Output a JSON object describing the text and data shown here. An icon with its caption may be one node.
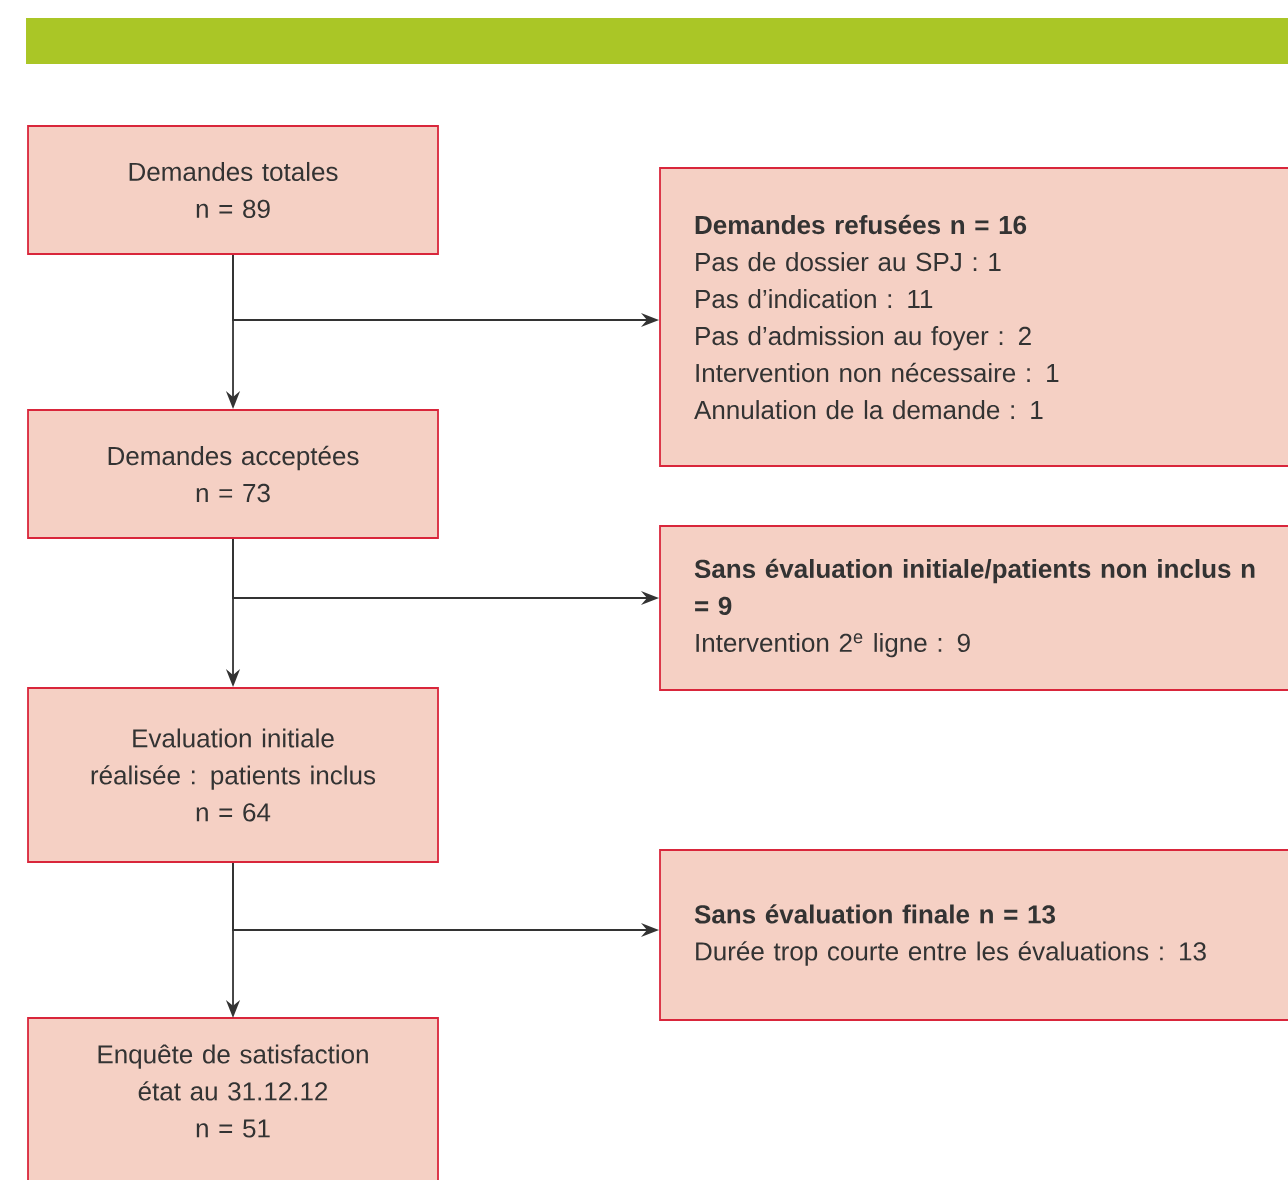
{
  "diagram": {
    "nodes": [
      {
        "text": [
          "Demandes totales",
          "n = 89"
        ]
      },
      {
        "text": [
          "Demandes acceptées",
          "n = 73"
        ]
      },
      {
        "text": [
          "Evaluation initiale réalisée : patients inclus",
          "n = 64"
        ]
      },
      {
        "text": [
          "Enquête de satisfaction état au 31.12.12",
          "n = 51"
        ]
      },
      {
        "text": [
          "Demandes refusées n = 16",
          "Pas de dossier au SPJ : 1",
          "Pas d’indication : 11",
          "Pas d’admission au foyer : 2",
          "Intervention non nécessaire : 1",
          "Annulation de la demande : 1"
        ]
      },
      {
        "text": [
          "Sans évaluation initiale/patients non inclus n = 9",
          "Intervention 2$^{e}$ ligne : 9"
        ]
      },
      {
        "text": [
          "Sans évaluation finale n = 13",
          "Durée trop courte entre les évaluations : 13"
        ]
      }
    ],
    "edges": [
      {
        "from": 0,
        "to": 1,
        "arrow": "to"
      },
      {
        "from": 0,
        "to": 4,
        "arrow": "to"
      },
      {
        "from": 1,
        "to": 2,
        "arrow": "to"
      },
      {
        "from": 1,
        "to": 5,
        "arrow": "to"
      },
      {
        "from": 2,
        "to": 3,
        "arrow": "to"
      },
      {
        "from": 2,
        "to": 6,
        "arrow": "to"
      }
    ]
  }
}
